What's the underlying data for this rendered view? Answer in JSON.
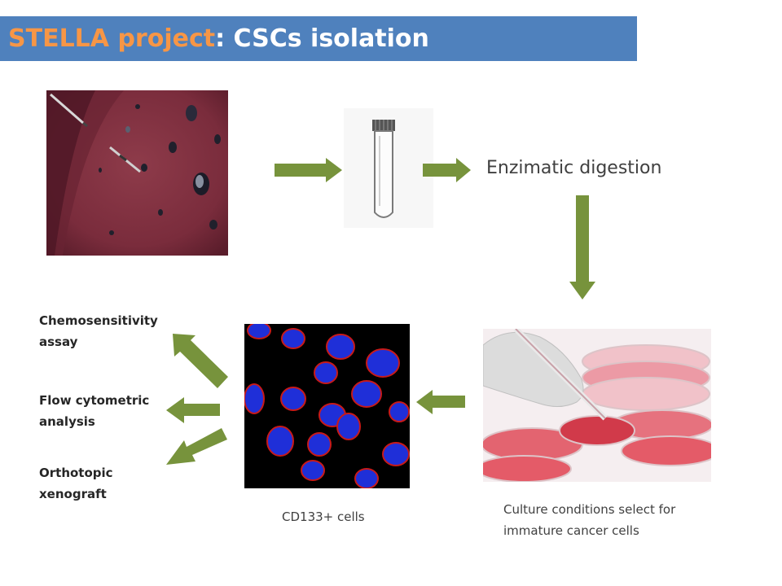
{
  "title": {
    "accent": "STELLA project",
    "rest": ": CSCs isolation"
  },
  "steps": {
    "digestion": "Enzimatic digestion",
    "culture_line1": "Culture conditions select for",
    "culture_line2": "immature cancer cells",
    "cells_caption": "CD133+ cells"
  },
  "outcomes": [
    {
      "line1": "Chemosensitivity",
      "line2": "assay"
    },
    {
      "line1": "Flow cytometric",
      "line2": "analysis"
    },
    {
      "line1": "Orthotopic",
      "line2": "xenograft"
    }
  ],
  "colors": {
    "title_bar": "#4f81bd",
    "title_accent": "#f79646",
    "arrow": "#77933c"
  },
  "images": {
    "tissue": "liver-tissue-image",
    "tube": "test-tube-image",
    "cells": "fluorescent-cells-image",
    "culture": "petri-dish-culture-image"
  }
}
